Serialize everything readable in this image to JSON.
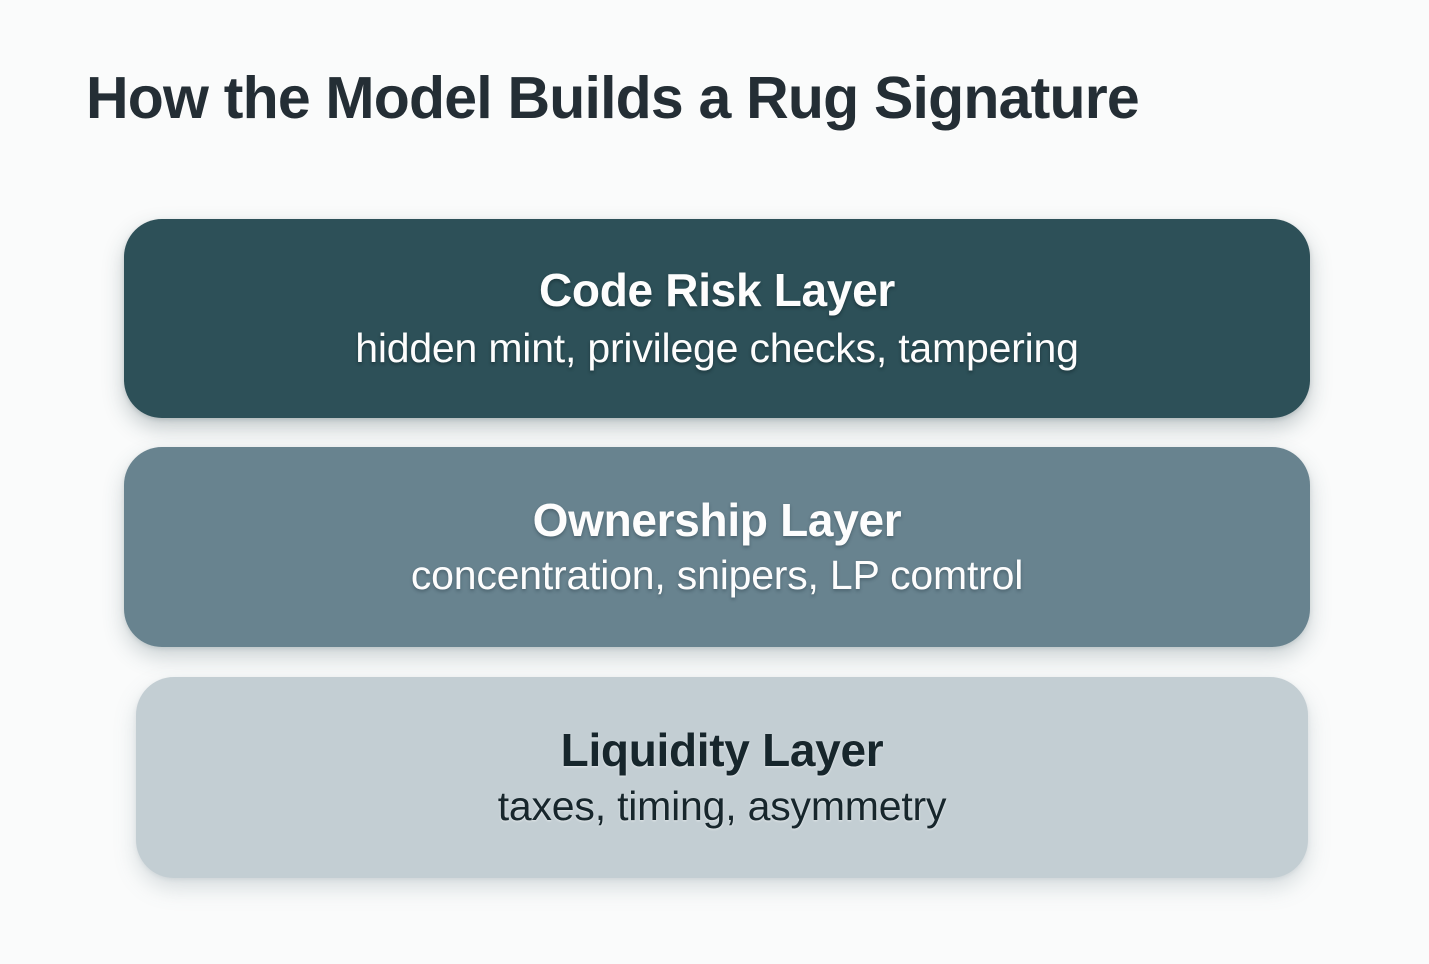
{
  "page": {
    "title": "How the Model Builds a Rug Signature",
    "background_color": "#fafbfb",
    "title_color": "#242e35"
  },
  "layers": [
    {
      "name": "code-risk-layer",
      "title": "Code Risk Layer",
      "subtitle": "hidden mint, privilege checks, tampering",
      "background_color": "#2d5058",
      "text_color": "#fdfdfd"
    },
    {
      "name": "ownership-layer",
      "title": "Ownership Layer",
      "subtitle": "concentration, snipers, LP comtrol",
      "background_color": "#68838f",
      "text_color": "#fdfdfd"
    },
    {
      "name": "liquidity-layer",
      "title": "Liquidity Layer",
      "subtitle": "taxes, timing, asymmetry",
      "background_color": "#c3ced3",
      "text_color": "#17262c"
    }
  ]
}
